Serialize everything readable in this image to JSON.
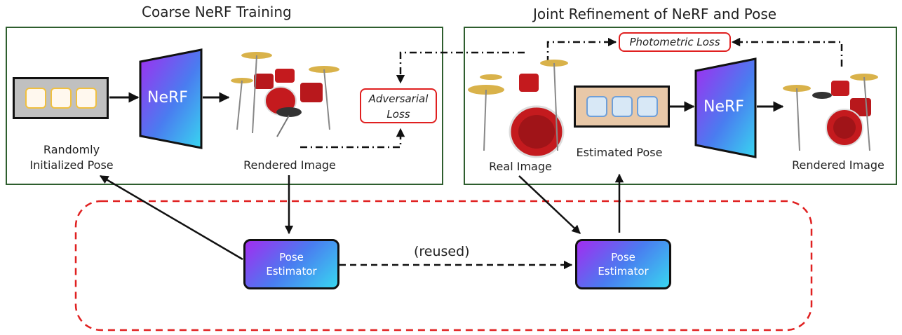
{
  "left_panel": {
    "title": "Coarse NeRF Training",
    "pose_label_line1": "Randomly",
    "pose_label_line2": "Initialized Pose",
    "nerf_label": "NeRF",
    "rendered_label": "Rendered Image",
    "loss_line1": "Adversarial",
    "loss_line2": "Loss",
    "pose_cell_fill": "#fff8ee",
    "pose_cell_border": "#f0c040",
    "pose_box_fill": "#c0c0c0"
  },
  "right_panel": {
    "title": "Joint Refinement of NeRF and Pose",
    "real_label": "Real Image",
    "estimated_label": "Estimated Pose",
    "nerf_label": "NeRF",
    "rendered_label": "Rendered Image",
    "loss_label": "Photometric Loss",
    "pose_cell_fill": "#d8e8f6",
    "pose_cell_border": "#6f9fd8",
    "pose_box_fill": "#e8c8a8"
  },
  "estimators": {
    "left_line1": "Pose",
    "left_line2": "Estimator",
    "right_line1": "Pose",
    "right_line2": "Estimator",
    "reused_label": "(reused)"
  },
  "colors": {
    "panel_border": "#2e5e2e",
    "loss_border": "#e02020",
    "dashed_region": "#e02020",
    "gradient_start": "#a22cf0",
    "gradient_end": "#38d6f0"
  }
}
